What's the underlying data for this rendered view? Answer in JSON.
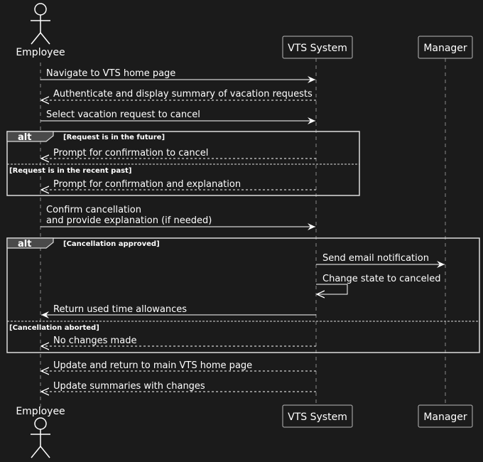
{
  "participants": {
    "employee": "Employee",
    "vts": "VTS System",
    "manager": "Manager"
  },
  "messages": {
    "m1": "Navigate to VTS home page",
    "m2": "Authenticate and display summary of vacation requests",
    "m3": "Select vacation request to cancel",
    "m4": "Prompt for confirmation to cancel",
    "m5": "Prompt for confirmation and explanation",
    "m6_line1": "Confirm cancellation",
    "m6_line2": "and provide explanation (if needed)",
    "m7": "Send email notification",
    "m8": "Change state to canceled",
    "m9": "Return used time allowances",
    "m10": "No changes made",
    "m11": "Update and return to main VTS home page",
    "m12": "Update summaries with changes"
  },
  "fragments": {
    "alt1": {
      "keyword": "alt",
      "guard1": "[Request is in the future]",
      "guard2": "[Request is in the recent past]"
    },
    "alt2": {
      "keyword": "alt",
      "guard1": "[Cancellation approved]",
      "guard2": "[Cancellation aborted]"
    }
  },
  "colors": {
    "background": "#1b1b1b",
    "foreground": "#ffffff",
    "lifeline": "#8a8a8a",
    "frame": "#dcdcdc"
  }
}
